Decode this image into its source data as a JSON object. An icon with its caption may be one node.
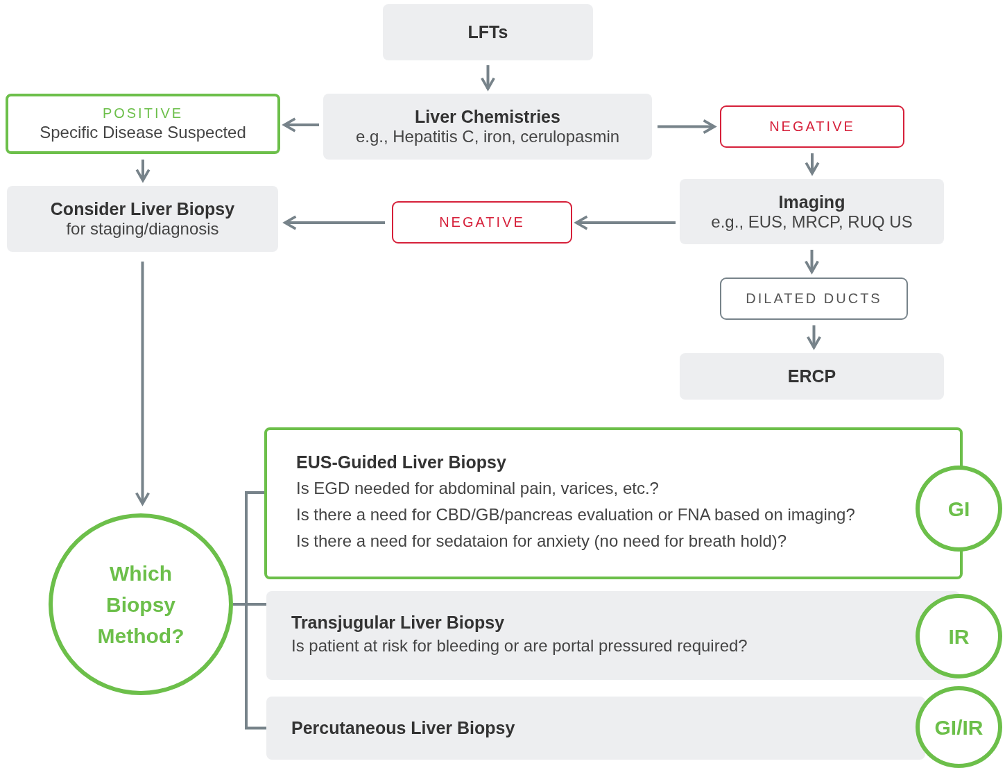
{
  "diagram": {
    "nodes": [
      {
        "text": [
          "LFTs"
        ]
      },
      {
        "text": [
          "Liver Chemistries",
          "e.g., Hepatitis C, iron, cerulopasmin"
        ]
      },
      {
        "text": [
          "POSITIVE",
          "Specific Disease Suspected"
        ]
      },
      {
        "text": [
          "NEGATIVE"
        ]
      },
      {
        "text": [
          "Consider Liver Biopsy",
          "for staging/diagnosis"
        ]
      },
      {
        "text": [
          "Imaging",
          "e.g., EUS, MRCP, RUQ US"
        ]
      },
      {
        "text": [
          "NEGATIVE"
        ]
      },
      {
        "text": [
          "DILATED DUCTS"
        ]
      },
      {
        "text": [
          "ERCP"
        ]
      },
      {
        "text": [
          "Which Biopsy Method?"
        ]
      },
      {
        "text": [
          "EUS-Guided Liver Biopsy",
          "Is EGD needed for abdominal pain, varices, etc.?",
          "Is there a need for CBD/GB/pancreas evaluation or FNA based on imaging?",
          "Is there a need for sedataion for anxiety (no need for breath hold)?"
        ]
      },
      {
        "text": [
          "GI"
        ]
      },
      {
        "text": [
          "Transjugular Liver Biopsy",
          "Is patient at risk for bleeding or are portal pressured required?"
        ]
      },
      {
        "text": [
          "IR"
        ]
      },
      {
        "text": [
          "Percutaneous Liver Biopsy"
        ]
      },
      {
        "text": [
          "GI/IR"
        ]
      }
    ],
    "edges": [
      {
        "from": 0,
        "to": 1,
        "arrow": "to"
      },
      {
        "from": 1,
        "to": 2,
        "arrow": "to"
      },
      {
        "from": 1,
        "to": 3,
        "arrow": "to"
      },
      {
        "from": 2,
        "to": 4,
        "arrow": "to"
      },
      {
        "from": 3,
        "to": 5,
        "arrow": "to"
      },
      {
        "from": 5,
        "to": 6,
        "arrow": "to"
      },
      {
        "from": 6,
        "to": 4,
        "arrow": "to"
      },
      {
        "from": 5,
        "to": 7,
        "arrow": "to"
      },
      {
        "from": 7,
        "to": 8,
        "arrow": "to"
      },
      {
        "from": 4,
        "to": 9,
        "arrow": "to"
      },
      {
        "from": 9,
        "to": 10,
        "arrow": "none"
      },
      {
        "from": 9,
        "to": 12,
        "arrow": "none"
      },
      {
        "from": 9,
        "to": 14,
        "arrow": "none"
      }
    ]
  }
}
